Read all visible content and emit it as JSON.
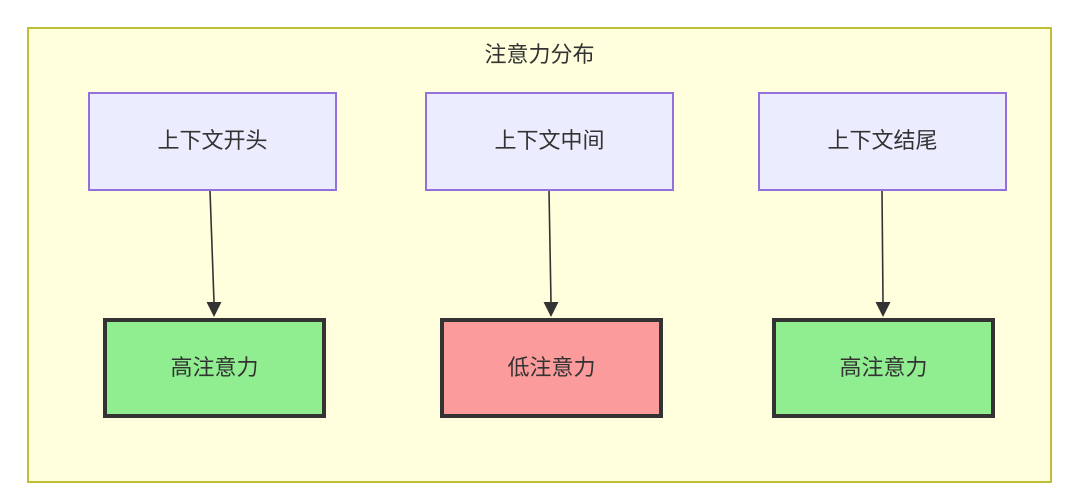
{
  "diagram": {
    "title": "注意力分布",
    "container": {
      "fill": "#ffffde",
      "stroke": "#bfbf36"
    },
    "top_nodes": [
      {
        "id": "context-start",
        "label": "上下文开头",
        "fill": "#ececff",
        "stroke": "#9370db"
      },
      {
        "id": "context-middle",
        "label": "上下文中间",
        "fill": "#ececff",
        "stroke": "#9370db"
      },
      {
        "id": "context-end",
        "label": "上下文结尾",
        "fill": "#ececff",
        "stroke": "#9370db"
      }
    ],
    "bottom_nodes": [
      {
        "id": "attention-high-start",
        "label": "高注意力",
        "fill": "#90ee90",
        "stroke": "#333333"
      },
      {
        "id": "attention-low-middle",
        "label": "低注意力",
        "fill": "#fb9b9b",
        "stroke": "#333333"
      },
      {
        "id": "attention-high-end",
        "label": "高注意力",
        "fill": "#90ee90",
        "stroke": "#333333"
      }
    ],
    "edges": [
      {
        "from": "context-start",
        "to": "attention-high-start",
        "label": ""
      },
      {
        "from": "context-middle",
        "to": "attention-low-middle",
        "label": ""
      },
      {
        "from": "context-end",
        "to": "attention-high-end",
        "label": ""
      }
    ]
  }
}
